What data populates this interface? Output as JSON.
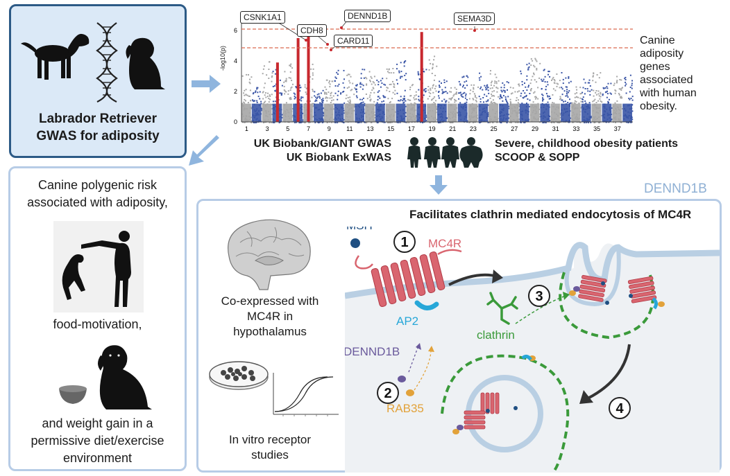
{
  "study": {
    "title": "Labrador Retriever GWAS for adiposity",
    "title_line1": "Labrador Retriever",
    "title_line2": "GWAS for adiposity"
  },
  "manhattan": {
    "ylabel": "-log10(p)",
    "y_ticks": [
      "0",
      "2",
      "4",
      "6"
    ],
    "chromosome_ticks": [
      "1",
      "3",
      "5",
      "7",
      "9",
      "11",
      "13",
      "15",
      "17",
      "19",
      "21",
      "23",
      "25",
      "27",
      "29",
      "31",
      "33",
      "35",
      "37"
    ],
    "gene_labels": [
      "CSNK1A1",
      "CDH8",
      "DENND1B",
      "CARD11",
      "SEMA3D"
    ],
    "side_note": [
      "Canine",
      "adiposity",
      "genes",
      "associated",
      "with human",
      "obesity."
    ],
    "colors": {
      "odd": "#3a55a6",
      "even": "#a6a6a6",
      "highlight": "#c8282e",
      "threshold": "#d9694f"
    }
  },
  "human": {
    "gwas_line1": "UK Biobank/GIANT GWAS",
    "gwas_line2": "UK Biobank ExWAS",
    "patients_line1": "Severe, childhood obesity patients",
    "patients_line2": "SCOOP & SOPP"
  },
  "left_panel": {
    "line1": "Canine polygenic risk",
    "line2": "associated with adiposity,",
    "food": "food-motivation,",
    "weight1": "and weight gain in a",
    "weight2": "permissive diet/exercise",
    "weight3": "environment"
  },
  "dennd1b_panel": {
    "tag": "DENND1B",
    "heading": "Facilitates clathrin mediated endocytosis of MC4R",
    "brain1": "Co-expressed with",
    "brain2": "MC4R in",
    "brain3": "hypothalamus",
    "vitro1": "In vitro receptor",
    "vitro2": "studies",
    "labels": {
      "msh": "MSH",
      "mc4r": "MC4R",
      "ap2": "AP2",
      "dennd1b": "DENND1B",
      "rab35": "RAB35",
      "clathrin": "clathrin"
    },
    "steps": [
      "1",
      "2",
      "3",
      "4"
    ],
    "colors": {
      "receptor": "#d9656f",
      "membrane": "#b9cfe3",
      "clathrin": "#3a9a3a",
      "dennd1b": "#6a5a9c",
      "rab35": "#e2a23a",
      "ap2": "#27a7d8",
      "msh": "#1f4f82"
    }
  }
}
